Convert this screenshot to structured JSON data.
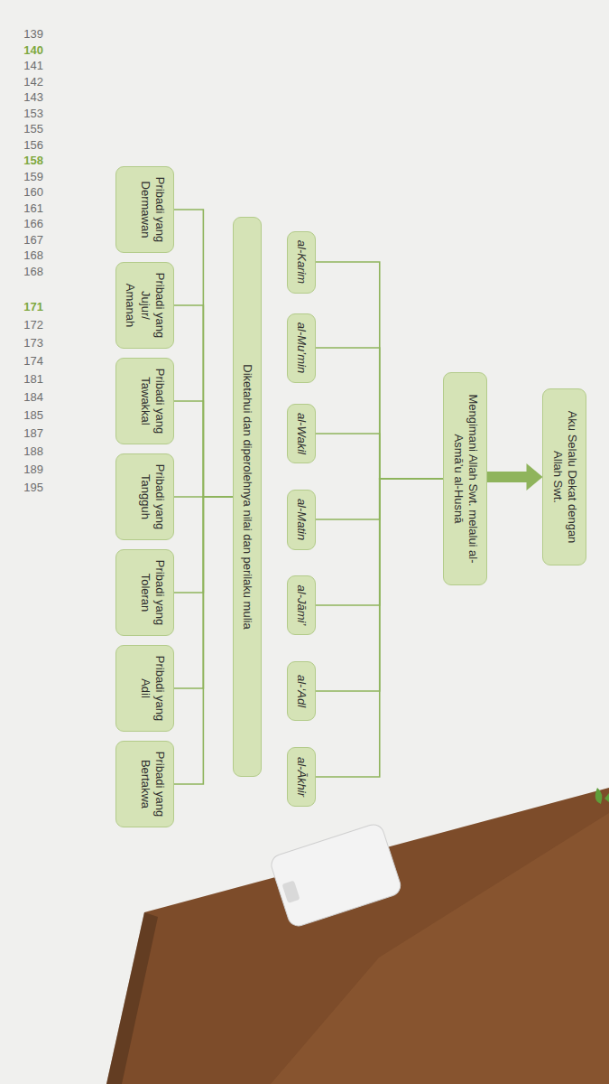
{
  "diagram": {
    "nodes": [
      {
        "text": [
          "Aku Selalu Dekat dengan Allah Swt."
        ]
      },
      {
        "text": [
          "Mengimani Allah Swt. melalui al-Asmā’u al-Husnā"
        ]
      },
      {
        "text": [
          "al-Karim"
        ]
      },
      {
        "text": [
          "al-Mu’min"
        ]
      },
      {
        "text": [
          "al-Wakil"
        ]
      },
      {
        "text": [
          "al-Matin"
        ]
      },
      {
        "text": [
          "al-Jāmi’"
        ]
      },
      {
        "text": [
          "al-‘Adl"
        ]
      },
      {
        "text": [
          "al-Ākhir"
        ]
      },
      {
        "text": [
          "Diketahui dan diperolehnya nilai dan perilaku mulia"
        ]
      },
      {
        "text": [
          "Pribadi yang Dermawan"
        ]
      },
      {
        "text": [
          "Pribadi yang Jujur/ Amanah"
        ]
      },
      {
        "text": [
          "Pribadi yang Tawakkal"
        ]
      },
      {
        "text": [
          "Pribadi yang Tangguh"
        ]
      },
      {
        "text": [
          "Pribadi yang Toleran"
        ]
      },
      {
        "text": [
          "Pribadi yang Adil"
        ]
      },
      {
        "text": [
          "Pribadi yang Bertakwa"
        ]
      }
    ],
    "edges": [
      {
        "from": 1,
        "to": 0,
        "arrow": "to"
      },
      {
        "from": 1,
        "to": 2,
        "arrow": "none"
      },
      {
        "from": 1,
        "to": 3,
        "arrow": "none"
      },
      {
        "from": 1,
        "to": 4,
        "arrow": "none"
      },
      {
        "from": 1,
        "to": 5,
        "arrow": "none"
      },
      {
        "from": 1,
        "to": 6,
        "arrow": "none"
      },
      {
        "from": 1,
        "to": 7,
        "arrow": "none"
      },
      {
        "from": 1,
        "to": 8,
        "arrow": "none"
      },
      {
        "from": 9,
        "to": 10,
        "arrow": "none"
      },
      {
        "from": 9,
        "to": 11,
        "arrow": "none"
      },
      {
        "from": 9,
        "to": 12,
        "arrow": "none"
      },
      {
        "from": 9,
        "to": 13,
        "arrow": "none"
      },
      {
        "from": 9,
        "to": 14,
        "arrow": "none"
      },
      {
        "from": 9,
        "to": 15,
        "arrow": "none"
      },
      {
        "from": 9,
        "to": 16,
        "arrow": "none"
      }
    ],
    "labels": [
      "139",
      "140",
      "141",
      "142",
      "143",
      "153",
      "155",
      "156",
      "158",
      "159",
      "160",
      "161",
      "166",
      "167",
      "168",
      "168",
      "171",
      "172",
      "173",
      "174",
      "181",
      "184",
      "185",
      "187",
      "188",
      "189",
      "195"
    ]
  }
}
